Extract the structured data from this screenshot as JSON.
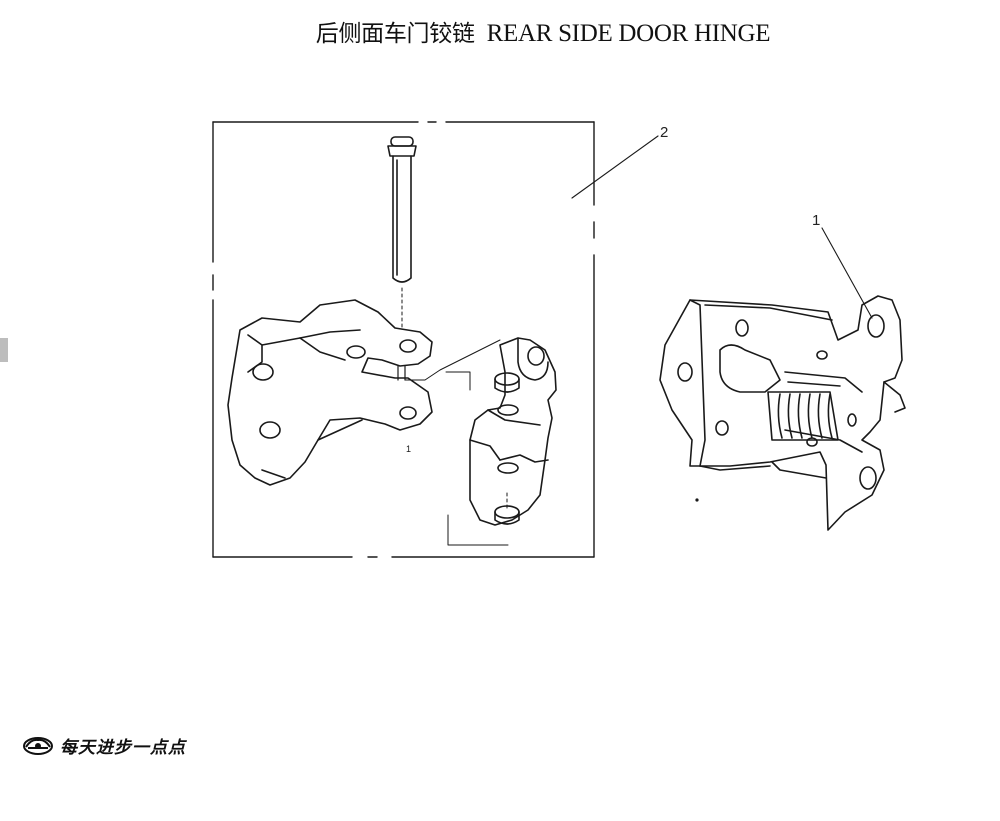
{
  "page": {
    "title_cn": "后侧面车门铰链",
    "title_en": "REAR SIDE DOOR HINGE"
  },
  "diagram": {
    "callouts": [
      {
        "id": "2",
        "label": "2"
      },
      {
        "id": "1",
        "label": "1"
      }
    ],
    "small_marks": [
      "1"
    ]
  },
  "footer": {
    "logo_icon": "car-brand-logo-icon",
    "slogan": "每天进步一点点"
  },
  "colors": {
    "line": "#1a1a1a",
    "background": "#ffffff"
  }
}
